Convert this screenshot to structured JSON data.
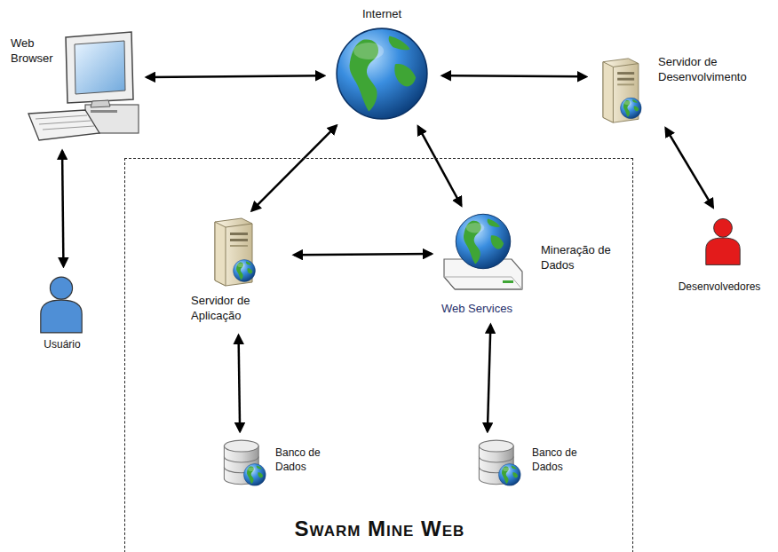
{
  "diagram": {
    "nodes": [
      {
        "text": [
          "Web Browser"
        ]
      },
      {
        "text": [
          "Internet"
        ]
      },
      {
        "text": [
          "Servidor de Desenvolvimento"
        ]
      },
      {
        "text": [
          "Usuário"
        ]
      },
      {
        "text": [
          "Desenvolvedores"
        ]
      },
      {
        "text": [
          "Swarm Mine Web"
        ]
      },
      {
        "text": [
          "Servidor de Aplicação"
        ],
        "in": 5
      },
      {
        "text": [
          "Mineração de Dados",
          "Web Services"
        ],
        "in": 5
      },
      {
        "text": [
          "Banco de Dados"
        ],
        "in": 5
      },
      {
        "text": [
          "Banco de Dados"
        ],
        "in": 5
      }
    ],
    "edges": [
      {
        "from": 0,
        "to": 1,
        "arrow": "both"
      },
      {
        "from": 1,
        "to": 2,
        "arrow": "both"
      },
      {
        "from": 0,
        "to": 3,
        "arrow": "both"
      },
      {
        "from": 2,
        "to": 4,
        "arrow": "both"
      },
      {
        "from": 1,
        "to": 6,
        "arrow": "both"
      },
      {
        "from": 1,
        "to": 7,
        "arrow": "both"
      },
      {
        "from": 6,
        "to": 7,
        "arrow": "both"
      },
      {
        "from": 6,
        "to": 8,
        "arrow": "both"
      },
      {
        "from": 7,
        "to": 9,
        "arrow": "both"
      }
    ]
  }
}
